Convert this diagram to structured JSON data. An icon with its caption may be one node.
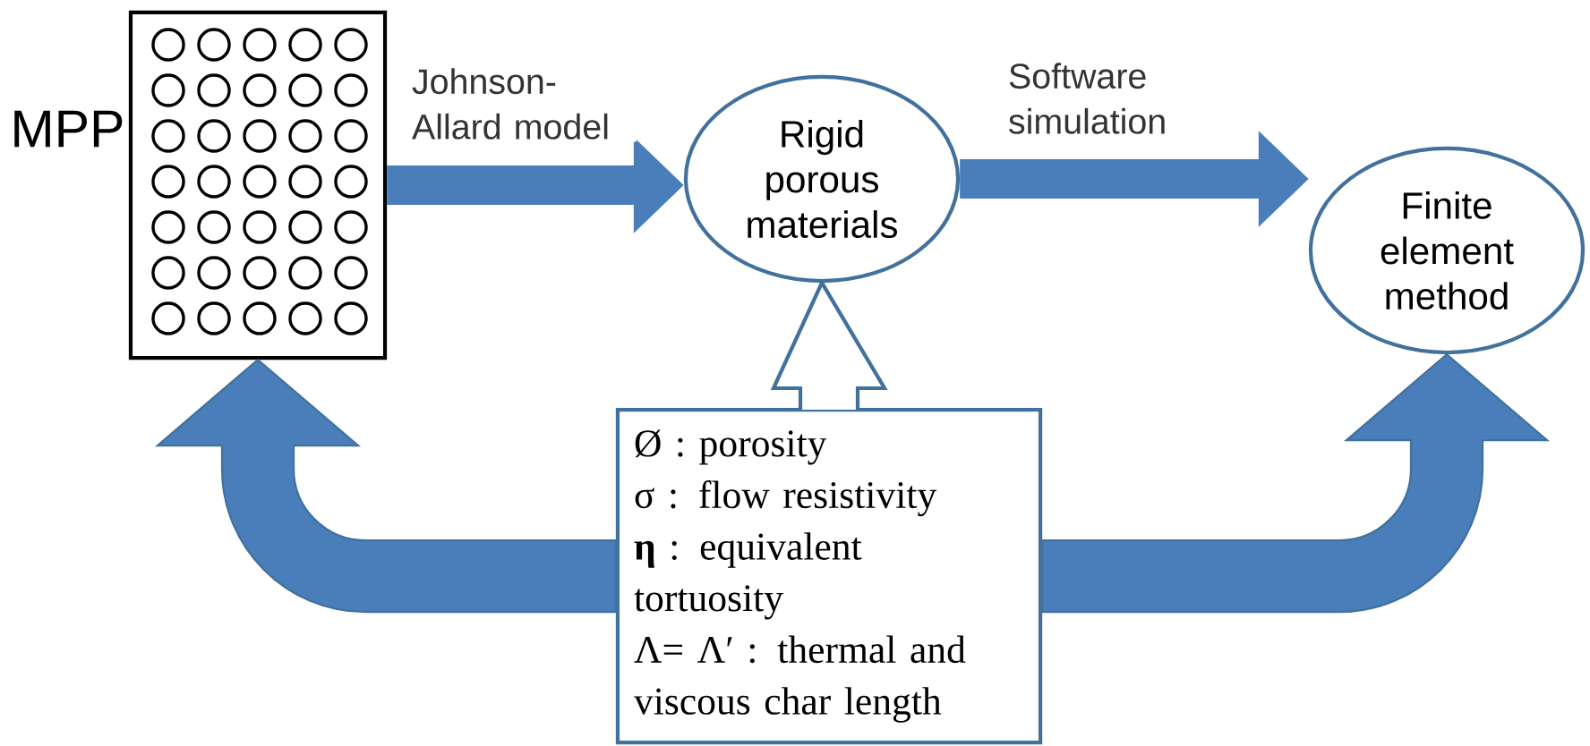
{
  "diagram": {
    "nodes": [
      {
        "text": [
          "MPP"
        ]
      },
      {
        "text": [
          "Rigid porous materials"
        ]
      },
      {
        "text": [
          "Finite element method"
        ]
      },
      {
        "text": [
          "Ø : porosity",
          "σ : flow resistivity",
          "**η** : equivalent tortuosity",
          "Λ= Λ′ : thermal and viscous char length"
        ]
      }
    ],
    "edges": [
      {
        "from": 0,
        "to": 1,
        "arrow": "to",
        "label": "Johnson-Allard model"
      },
      {
        "from": 1,
        "to": 2,
        "arrow": "to",
        "label": "Software simulation"
      },
      {
        "from": 3,
        "to": 1,
        "arrow": "to",
        "style": "dashed"
      },
      {
        "from": 3,
        "to": 0,
        "arrow": "to",
        "style": "thick"
      },
      {
        "from": 3,
        "to": 2,
        "arrow": "to",
        "style": "thick"
      }
    ]
  }
}
